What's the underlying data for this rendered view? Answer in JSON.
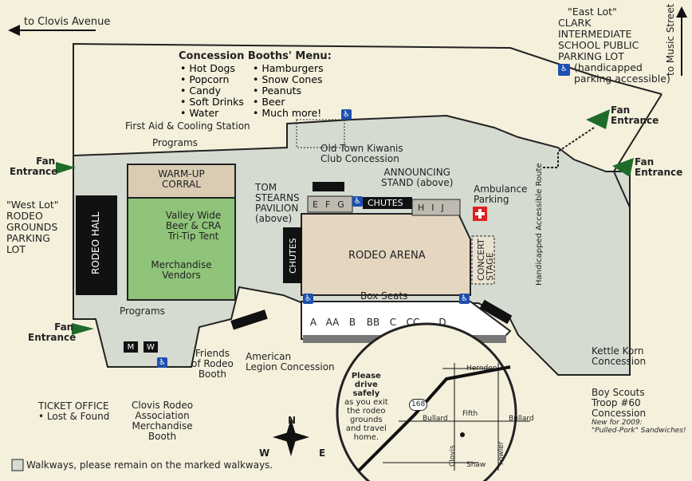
{
  "top_nav": {
    "west_road": "to Clovis Avenue",
    "north_road": "to Music Street"
  },
  "menu": {
    "title": "Concession Booths' Menu:",
    "col1": [
      "Hot Dogs",
      "Popcorn",
      "Candy",
      "Soft Drinks",
      "Water"
    ],
    "col2": [
      "Hamburgers",
      "Snow Cones",
      "Peanuts",
      "Beer",
      "Much more!"
    ]
  },
  "east_lot": {
    "line1": "\"East Lot\"",
    "line2": "CLARK",
    "line3": "INTERMEDIATE",
    "line4": "SCHOOL PUBLIC",
    "line5": "PARKING LOT",
    "line6": "(handicapped",
    "line7": "parking accessible)"
  },
  "west_lot": {
    "line1": "\"West Lot\"",
    "line2": "RODEO",
    "line3": "GROUNDS",
    "line4": "PARKING",
    "line5": "LOT"
  },
  "fan_entrance": {
    "line1": "Fan",
    "line2": "Entrance"
  },
  "first_aid": "First Aid & Cooling Station",
  "programs": "Programs",
  "warmup": {
    "line1": "WARM-UP",
    "line2": "CORRAL"
  },
  "valley": {
    "line1": "Valley Wide",
    "line2": "Beer & CRA",
    "line3": "Tri-Tip Tent"
  },
  "merch": {
    "line1": "Merchandise",
    "line2": "Vendors"
  },
  "rodeo_hall": "RODEO HALL",
  "kiwanis": {
    "line1": "Old Town Kiwanis",
    "line2": "Club Concession"
  },
  "announcing": {
    "line1": "ANNOUNCING",
    "line2": "STAND (above)"
  },
  "ambulance": {
    "line1": "Ambulance",
    "line2": "Parking"
  },
  "tom": {
    "line1": "TOM",
    "line2": "STEARNS",
    "line3": "PAVILION",
    "line4": "(above)"
  },
  "chutes": "CHUTES",
  "arena": "RODEO ARENA",
  "concert": {
    "line1": "CONCERT",
    "line2": "STAGE"
  },
  "accessible_route": "Handicapped Accessible Route",
  "box_seats": "Box Seats",
  "gates_left": [
    "E",
    "F",
    "G"
  ],
  "gates_right": [
    "H",
    "I",
    "J"
  ],
  "seat_sections": [
    "A",
    "AA",
    "B",
    "BB",
    "C",
    "CC",
    "D"
  ],
  "friends": {
    "line1": "Friends",
    "line2": "of Rodeo",
    "line3": "Booth"
  },
  "legion": {
    "line1": "American",
    "line2": "Legion Concession"
  },
  "ticket": {
    "line1": "TICKET OFFICE",
    "line2": "Lost & Found"
  },
  "clovis_assoc": {
    "line1": "Clovis Rodeo",
    "line2": "Association",
    "line3": "Merchandise",
    "line4": "Booth"
  },
  "kettle": {
    "line1": "Kettle Korn",
    "line2": "Concession"
  },
  "scouts": {
    "line1": "Boy Scouts",
    "line2": "Troop #60",
    "line3": "Concession",
    "line4": "New for 2009:",
    "line5": "\"Pulled-Pork\" Sandwiches!"
  },
  "drive": {
    "line1": "Please",
    "line2": "drive",
    "line3": "safely",
    "line4": "as you exit",
    "line5": "the rodeo",
    "line6": "grounds",
    "line7": "and travel",
    "line8": "home."
  },
  "inset": {
    "herndon": "Herndon",
    "route": "168",
    "bullard_w": "Bullard",
    "fifth": "Fifth",
    "bullard_e": "Bullard",
    "clovis": "Clovis",
    "shaw": "Shaw",
    "fowler": "Fowler"
  },
  "compass": {
    "n": "N",
    "w": "W",
    "e": "E"
  },
  "legend": "Walkways, please remain on the marked walkways.",
  "colors": {
    "walkway": "#d6dbd2",
    "arena": "#e4d6c0",
    "merch": "#8fc47a",
    "warmup": "#d9ccb3",
    "entrance_arrow": "#1e6b2a",
    "accessible": "#1e4fb0",
    "ambulance": "#e02020"
  },
  "icons": [
    "arrow-left-icon",
    "arrow-up-icon",
    "handicap-icon",
    "first-aid-cross-icon",
    "compass-icon",
    "restroom-icon"
  ]
}
